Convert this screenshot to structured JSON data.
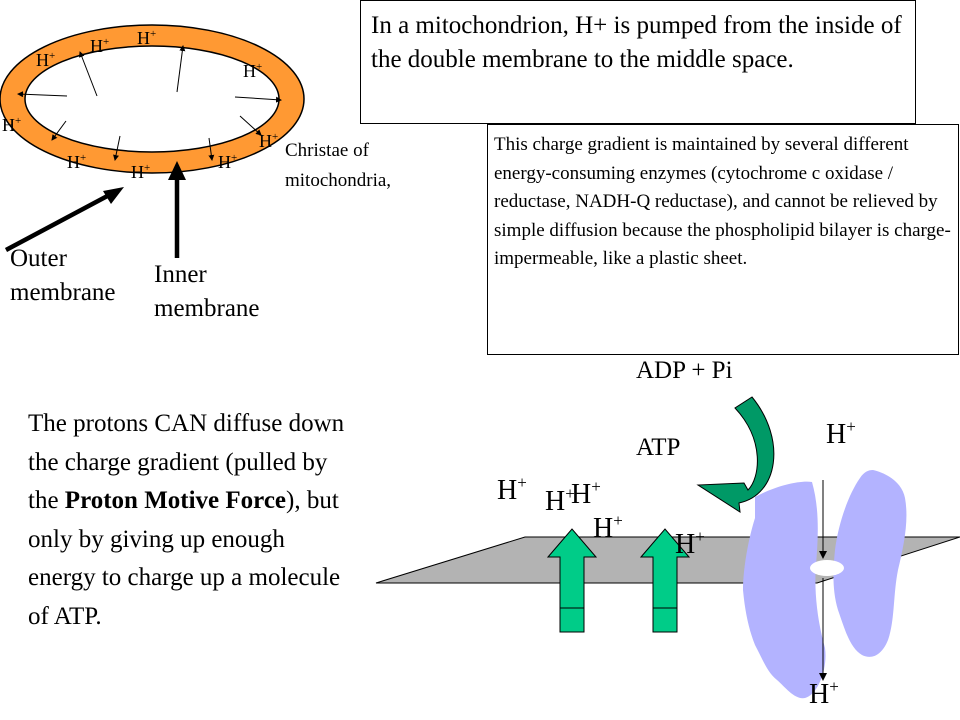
{
  "top_box_text": "In a mitochondrion, H+ is pumped from the inside of the double membrane to the middle space.",
  "explain_box_text": "This charge gradient is maintained by several different energy-consuming enzymes (cytochrome c oxidase / reductase, NADH-Q reductase), and cannot be relieved by simple diffusion because the phospholipid bilayer is charge-impermeable, like a plastic sheet.",
  "christae_label": "Christae of mitochondria,",
  "outer_label": "Outer membrane",
  "inner_label": "Inner membrane",
  "adp_label": "ADP + Pi",
  "atp_label": "ATP",
  "proton_text_parts": {
    "before": "The protons CAN diffuse down the charge gradient (pulled by the ",
    "bold": "Proton Motive Force",
    "after": "), but only by giving up enough energy to charge up a molecule of ATP."
  },
  "proton_symbol": "H",
  "proton_charge": "+",
  "colors": {
    "membrane_orange": "#ff9933",
    "membrane_sheet": "#b3b3b3",
    "atp_synthase": "#b3b3ff",
    "arrow_green": "#00cc88",
    "curved_arrow_teal": "#009966"
  }
}
